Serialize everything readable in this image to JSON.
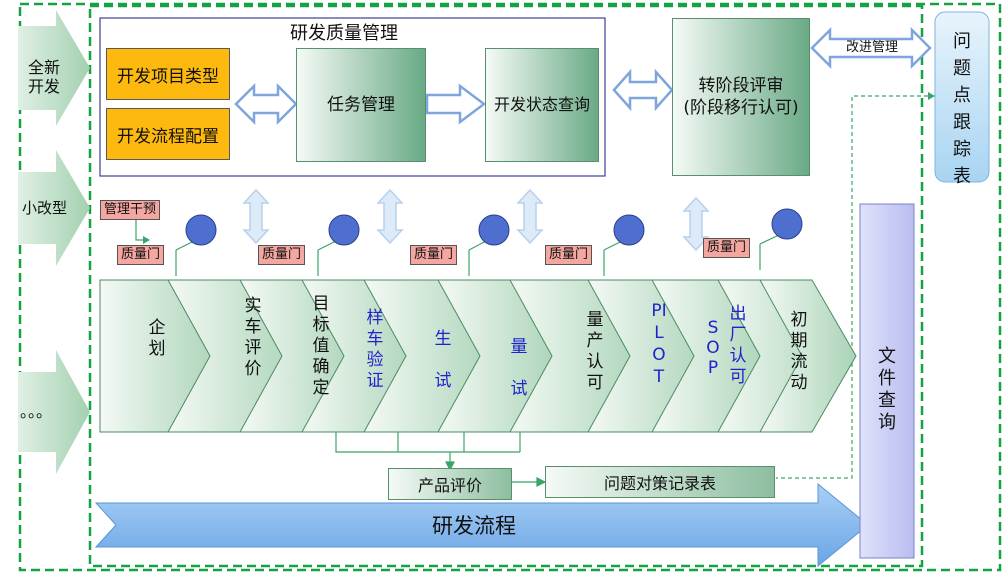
{
  "left_inputs": {
    "new_dev": "全新\n开发",
    "minor_change": "小改型",
    "others": "。。。"
  },
  "rd_quality": {
    "title": "研发质量管理",
    "dev_project_type": "开发项目类型",
    "dev_process_config": "开发流程配置",
    "task_mgmt": "任务管理",
    "dev_status_query": "开发状态查询"
  },
  "stage_review": {
    "line1": "转阶段评审",
    "line2": "(阶段移行认可)"
  },
  "improvement": "改进管理",
  "issue_tracker": "问题点跟踪表",
  "mgmt_intervene": "管理干预",
  "quality_gate": "质量门",
  "stages": [
    {
      "label": "企划",
      "blue": false
    },
    {
      "label": "实车评价",
      "blue": false
    },
    {
      "label": "目标值确定",
      "blue": false
    },
    {
      "label": "样车验证",
      "blue": true
    },
    {
      "label": "生试",
      "blue": true
    },
    {
      "label": "量试",
      "blue": true
    },
    {
      "label": "量产认可",
      "blue": false
    },
    {
      "label": "PILOT",
      "blue": true
    },
    {
      "label": "SOP",
      "blue": true
    },
    {
      "label": "出厂认可",
      "blue": true
    },
    {
      "label": "初期流动",
      "blue": false
    }
  ],
  "product_eval": "产品评价",
  "issue_record": "问题对策记录表",
  "doc_query": "文件查询",
  "rd_process": "研发流程",
  "colors": {
    "frame_green": "#13a343",
    "arrow_green": "#a9d7b6",
    "orange": "#fdb90d",
    "gate_pink": "#f3a7a0",
    "circle_blue": "#4f6fd0",
    "arrow_blue": "#7fb4ea",
    "doc_blue": "#c9cef2"
  }
}
